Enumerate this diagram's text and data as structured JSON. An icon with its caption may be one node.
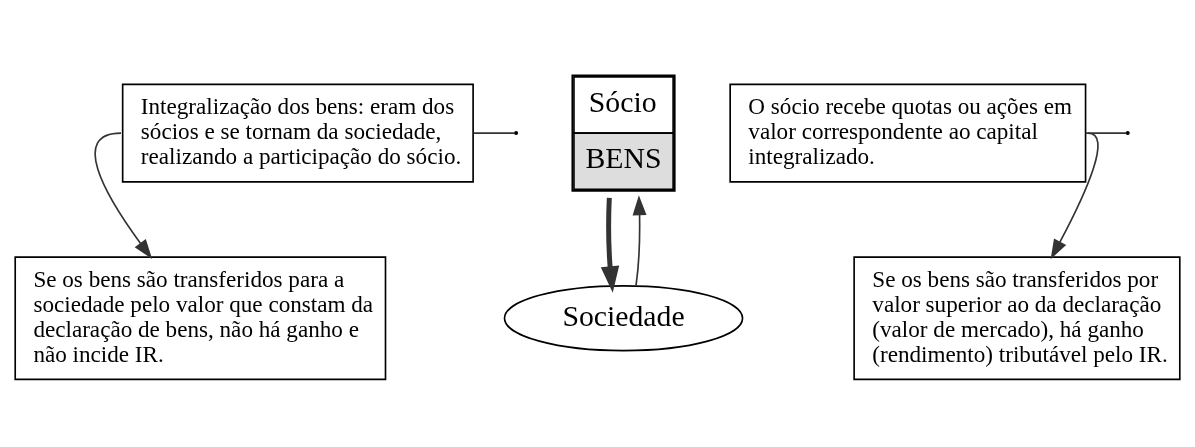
{
  "diagram": {
    "nodes": [
      {
        "text": [
          "Sócio",
          "BENS"
        ]
      },
      {
        "text": [
          "Sociedade"
        ]
      },
      {
        "text": [
          "Integralização dos bens: eram dos sócios e se tornam da sociedade, realizando a participação do sócio."
        ]
      },
      {
        "text": [
          "Se os bens são transferidos para a sociedade pelo valor que constam da declaração de bens, não há ganho e não incide IR."
        ]
      },
      {
        "text": [
          "O sócio recebe quotas ou ações em valor correspondente ao capital integralizado."
        ]
      },
      {
        "text": [
          "Se os bens são transferidos por valor superior ao da declaração (valor de mercado), há ganho (rendimento) tributável pelo IR."
        ]
      }
    ],
    "edges": [
      {
        "from": 0,
        "to": 1,
        "arrow": "to",
        "style": "thick"
      },
      {
        "from": 1,
        "to": 0,
        "arrow": "to"
      },
      {
        "from": 2,
        "to": null,
        "arrow": "none"
      },
      {
        "from": 4,
        "to": null,
        "arrow": "none"
      },
      {
        "from": 2,
        "to": 3,
        "arrow": "to"
      },
      {
        "from": 4,
        "to": 5,
        "arrow": "to"
      }
    ]
  }
}
